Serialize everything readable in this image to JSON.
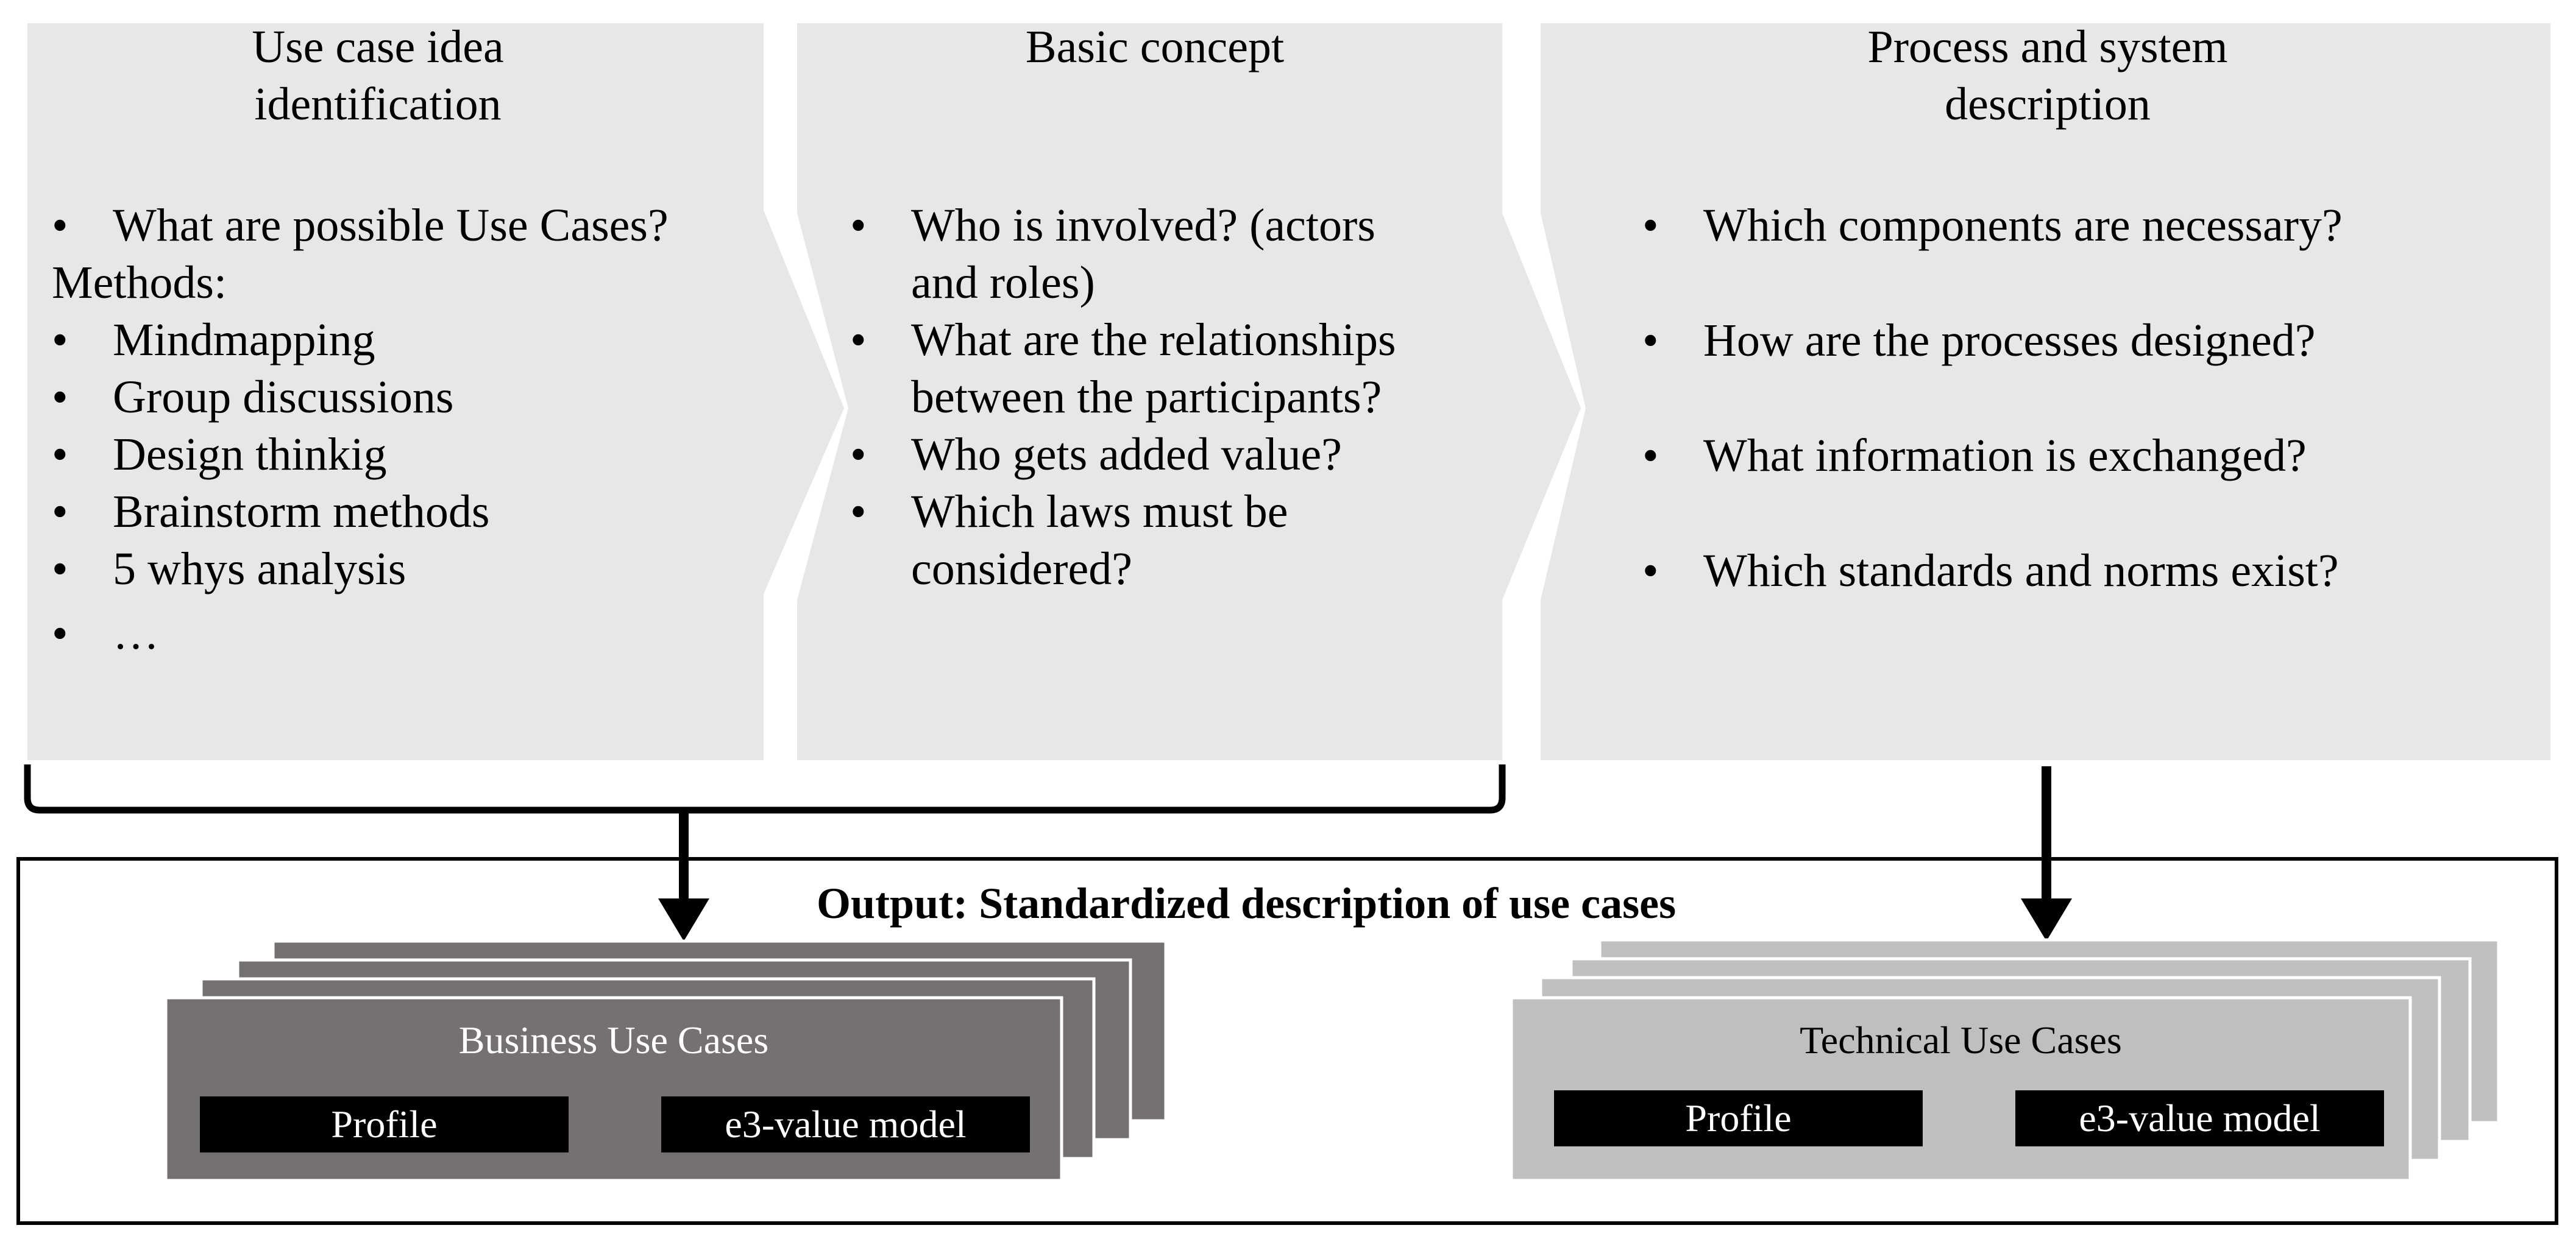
{
  "colors": {
    "phase_fill": "#e7e7e7",
    "business_fill": "#767171",
    "technical_fill": "#bfbfbf",
    "label_fill": "#000000",
    "label_text": "#ffffff",
    "line": "#000000"
  },
  "phases": [
    {
      "title_line1": "Use case idea",
      "title_line2": "identification",
      "items": [
        "What are possible Use Cases?",
        "Methods:",
        "Mindmapping",
        "Group discussions",
        "Design thinkig",
        "Brainstorm methods",
        "5 whys analysis",
        "…"
      ]
    },
    {
      "title_line1": "Basic concept",
      "title_line2": "",
      "items": [
        "Who is involved? (actors",
        "and roles)",
        "What are the relationships",
        "between the participants?",
        "Who gets added value?",
        "Which laws must be",
        "considered?"
      ]
    },
    {
      "title_line1": "Process and system",
      "title_line2": "description",
      "items": [
        "Which components are necessary?",
        "How are the processes designed?",
        "What information is exchanged?",
        "Which standards and norms exist?"
      ]
    }
  ],
  "output": {
    "title": "Output: Standardized description of use cases",
    "business": {
      "title": "Business Use Cases",
      "profile": "Profile",
      "model": "e3-value model"
    },
    "technical": {
      "title": "Technical Use Cases",
      "profile": "Profile",
      "model": "e3-value model"
    }
  }
}
